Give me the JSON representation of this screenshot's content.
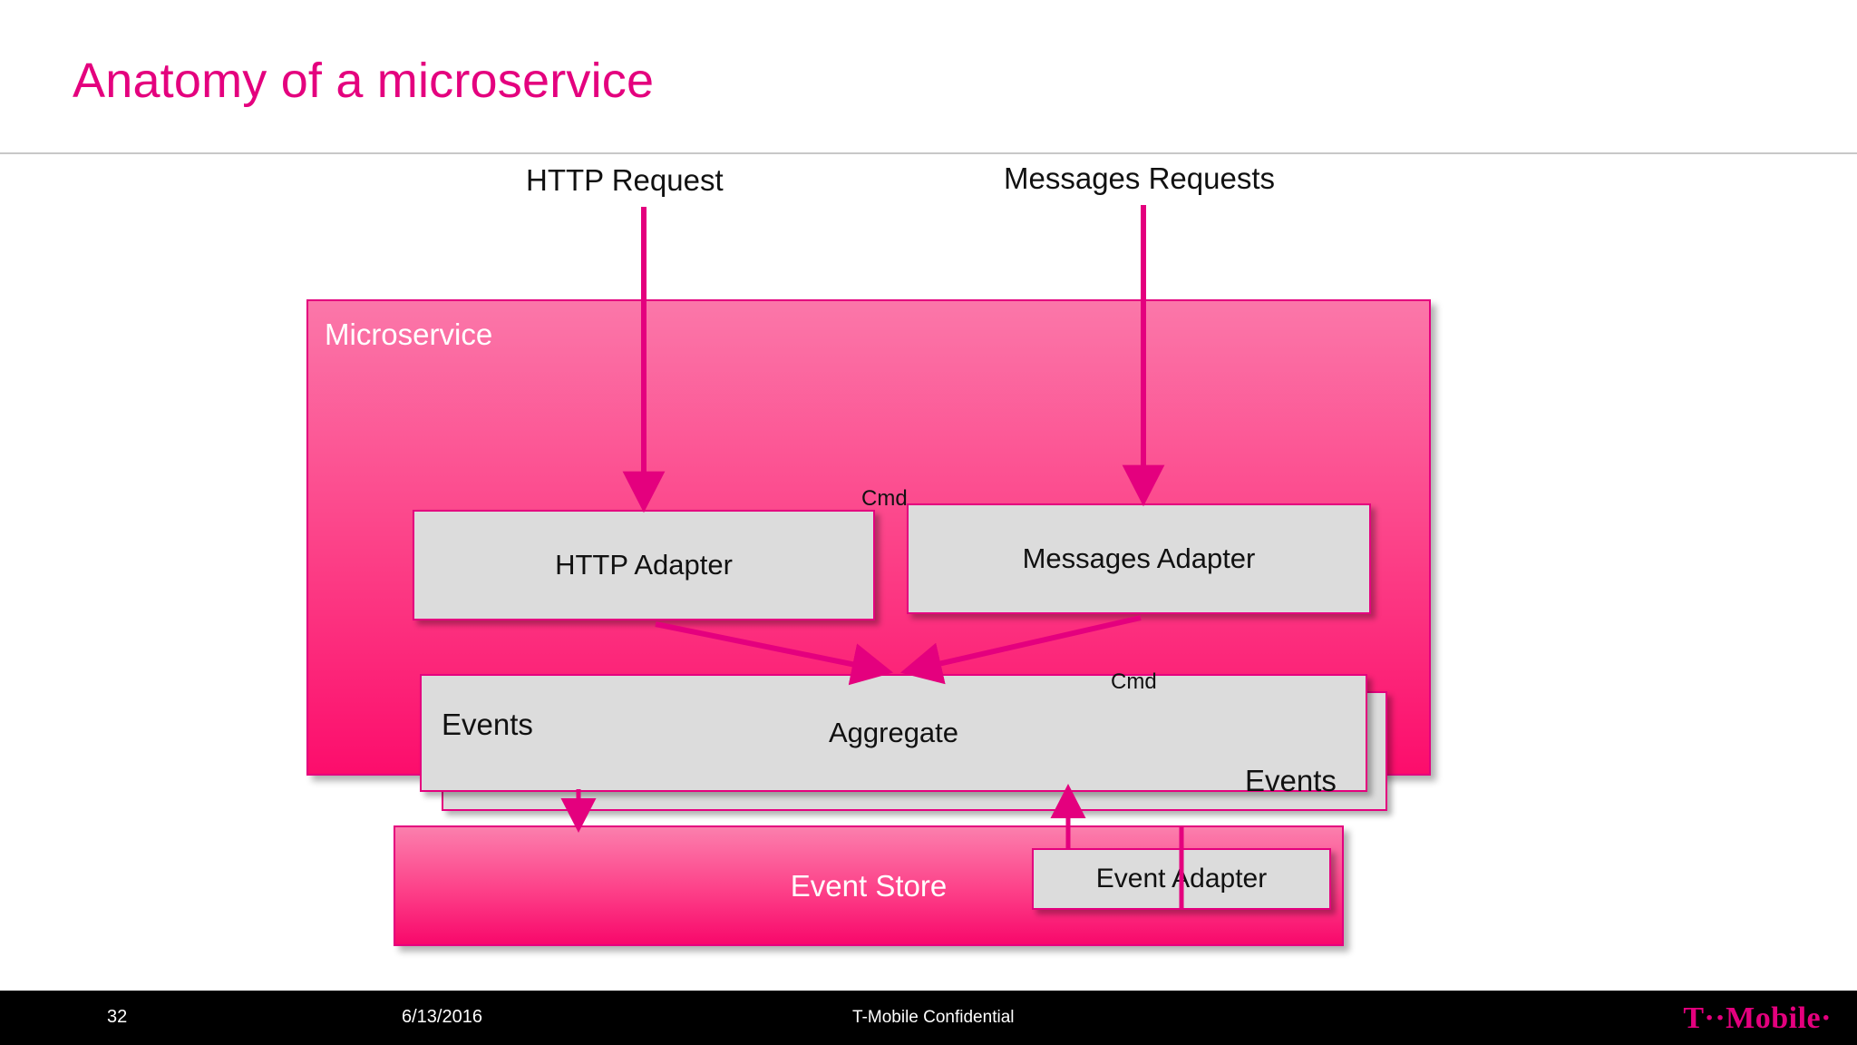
{
  "slide": {
    "title": "Anatomy of a microservice"
  },
  "diagram": {
    "external_labels": {
      "http_request": "HTTP Request",
      "messages_requests": "Messages Requests",
      "cmd_top": "Cmd",
      "cmd_bottom": "Cmd",
      "events_left": "Events",
      "events_right": "Events"
    },
    "microservice": {
      "label": "Microservice",
      "fill_top": "#FB77A9",
      "fill_bottom": "#FC0D6C",
      "border": "#E4007E"
    },
    "components": [
      {
        "name": "http-adapter",
        "label": "HTTP Adapter"
      },
      {
        "name": "messages-adapter",
        "label": "Messages Adapter"
      },
      {
        "name": "aggregate",
        "label": "Aggregate"
      },
      {
        "name": "event-adapter",
        "label": "Event Adapter"
      }
    ],
    "event_store": {
      "label": "Event Store",
      "fill_top": "#FB7FAD",
      "fill_bottom": "#F8086B",
      "border": "#E4007E"
    },
    "connector_color": "#E4007E",
    "box_fill": "#DCDCDC"
  },
  "footer": {
    "page_number": "32",
    "date": "6/13/2016",
    "confidentiality": "T-Mobile Confidential",
    "logo": "T··Mobile·",
    "background": "#000000",
    "logo_color": "#E4007E"
  }
}
